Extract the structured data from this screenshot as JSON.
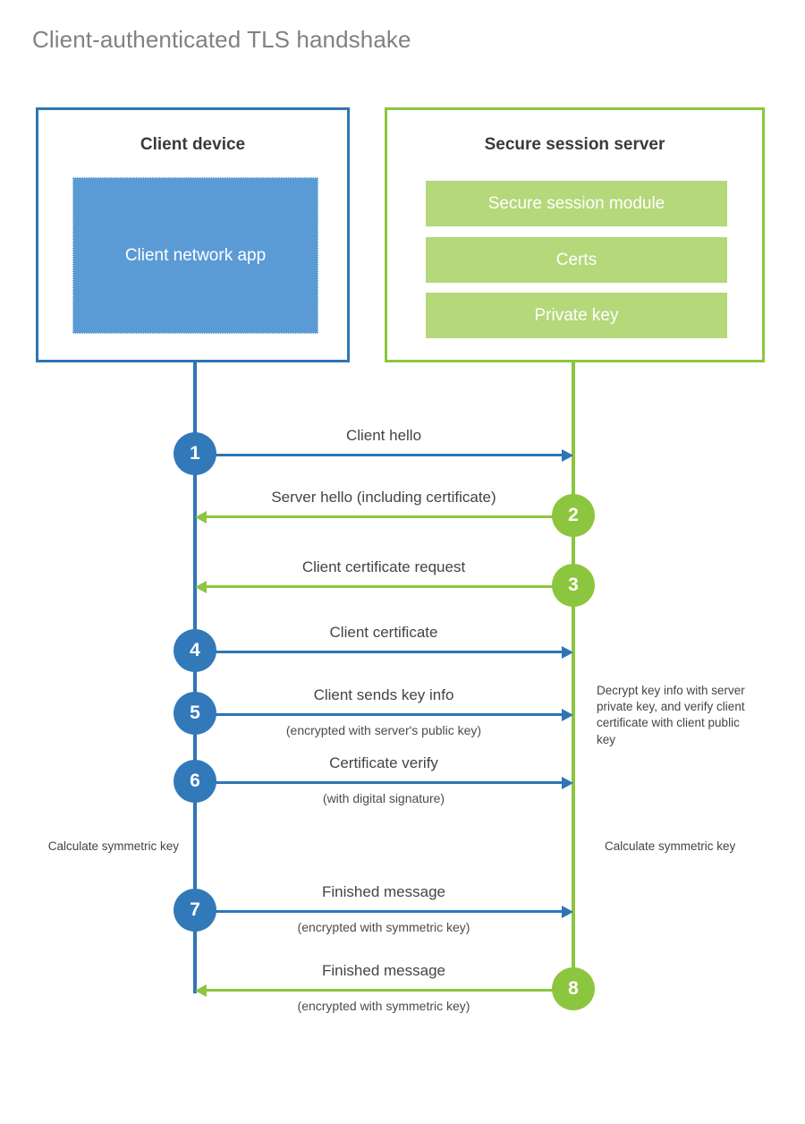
{
  "title": "Client-authenticated TLS handshake",
  "colors": {
    "blue_border": "#2E75B6",
    "blue_fill": "#5B9BD5",
    "blue_circle": "#3279BA",
    "green_border": "#8CC63E",
    "green_fill": "#B4D87A",
    "green_circle": "#8CC63E",
    "title_text": "#7f8184",
    "body_text": "#444444",
    "background": "#ffffff"
  },
  "actors": {
    "client": {
      "title": "Client device",
      "app_label": "Client network app"
    },
    "server": {
      "title": "Secure session server",
      "components": [
        "Secure session module",
        "Certs",
        "Private key"
      ]
    }
  },
  "messages": [
    {
      "step": "1",
      "label": "Client hello",
      "sub": "",
      "direction": "client-to-server",
      "color": "blue"
    },
    {
      "step": "2",
      "label": "Server hello (including certificate)",
      "sub": "",
      "direction": "server-to-client",
      "color": "green"
    },
    {
      "step": "3",
      "label": "Client certificate request",
      "sub": "",
      "direction": "server-to-client",
      "color": "green"
    },
    {
      "step": "4",
      "label": "Client certificate",
      "sub": "",
      "direction": "client-to-server",
      "color": "blue"
    },
    {
      "step": "5",
      "label": "Client sends key info",
      "sub": "(encrypted with server's public key)",
      "direction": "client-to-server",
      "color": "blue"
    },
    {
      "step": "6",
      "label": "Certificate verify",
      "sub": "(with digital signature)",
      "direction": "client-to-server",
      "color": "blue"
    },
    {
      "step": "7",
      "label": "Finished message",
      "sub": "(encrypted with symmetric key)",
      "direction": "client-to-server",
      "color": "blue"
    },
    {
      "step": "8",
      "label": "Finished message",
      "sub": "(encrypted with symmetric key)",
      "direction": "server-to-client",
      "color": "green"
    }
  ],
  "notes": {
    "server_decrypt": "Decrypt key info with server private key, and verify client certificate with client public key",
    "client_calculate": "Calculate symmetric key",
    "server_calculate": "Calculate symmetric key"
  }
}
